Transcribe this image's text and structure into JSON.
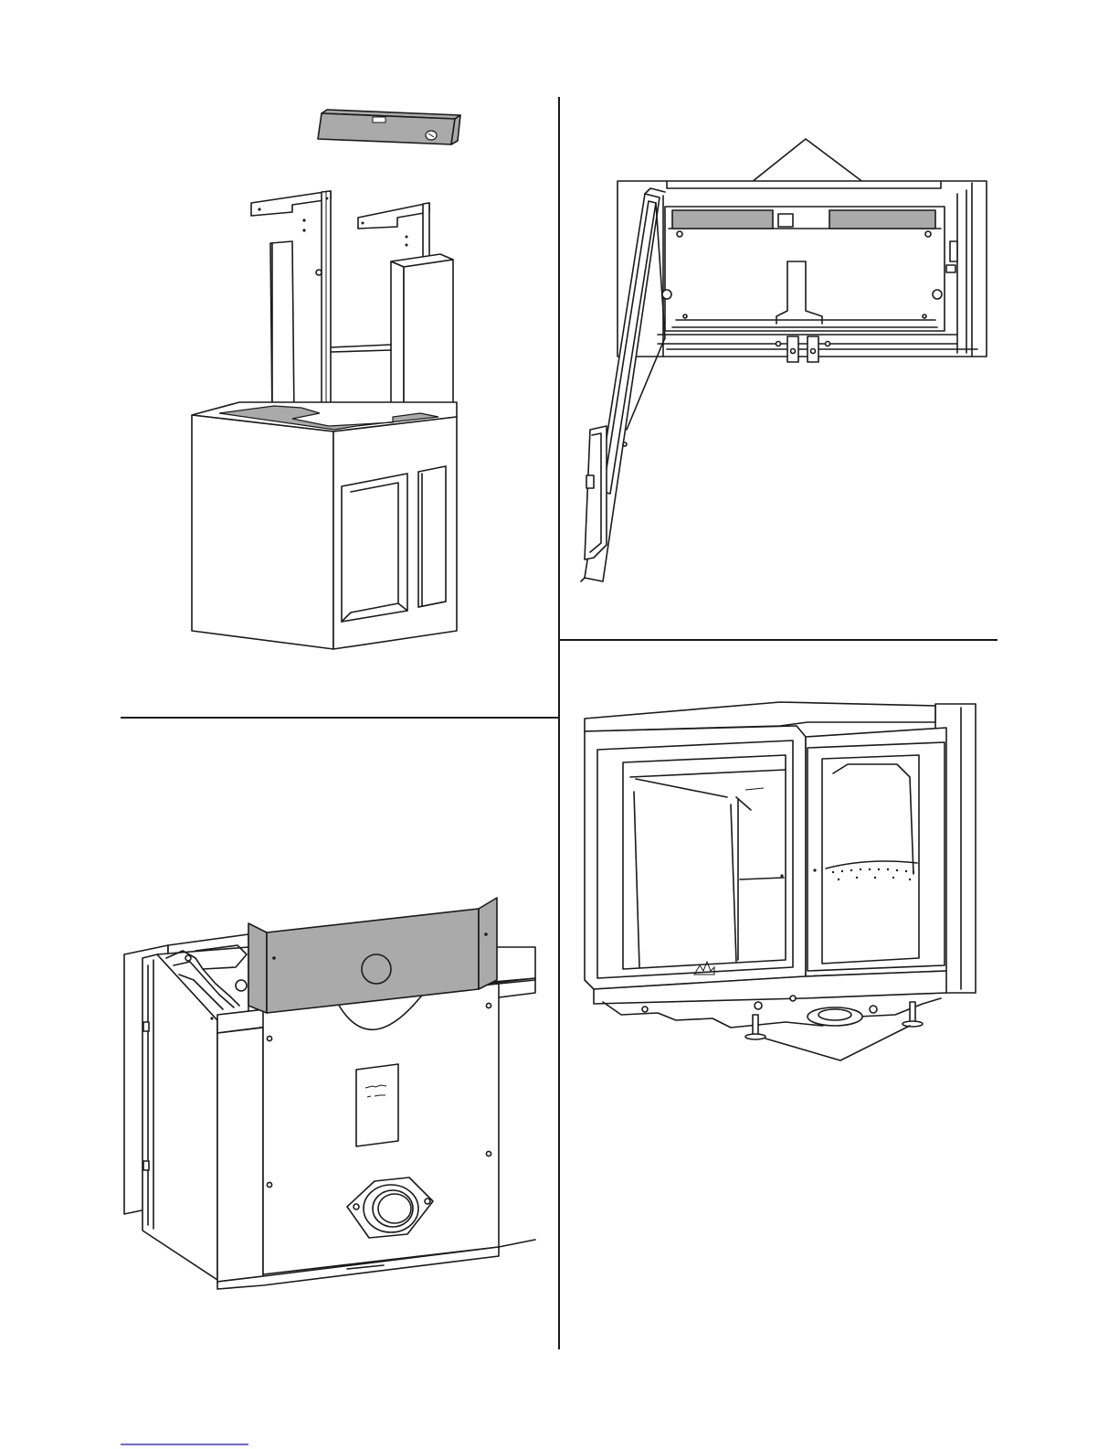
{
  "page": {
    "background": "#ffffff",
    "line_color": "#1a1a1a",
    "panel_gray": "#aaaaaa",
    "footer_link_color": "#3b3bd6"
  },
  "figures": [
    {
      "id": "top-left",
      "subject": "level-on-brackets-over-stove-base"
    },
    {
      "id": "top-right",
      "subject": "stove-top-view-with-open-door"
    },
    {
      "id": "bottom-left",
      "subject": "rear-heat-shield-on-stove-back"
    },
    {
      "id": "bottom-right",
      "subject": "stove-front-with-adjustable-feet"
    }
  ],
  "footer": {
    "link_text": ""
  }
}
